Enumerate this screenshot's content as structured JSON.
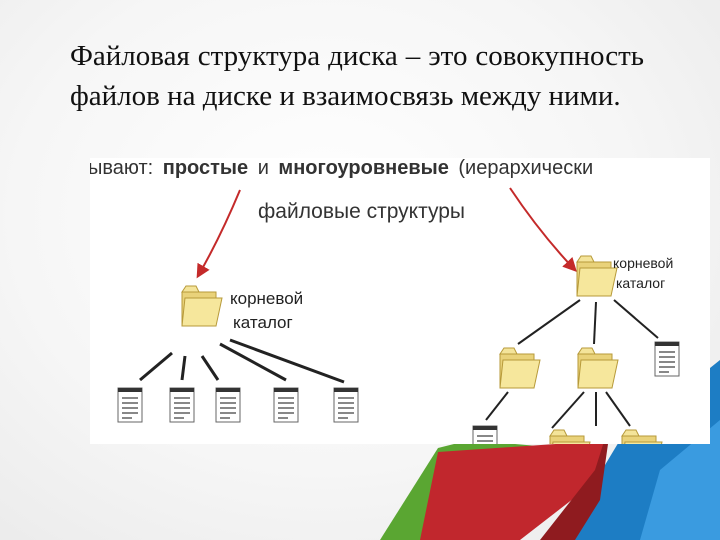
{
  "slide": {
    "text": "Файловая структура диска – это совокупность файлов на диске и взаимосвязь между ними."
  },
  "diagram": {
    "top_line_start": "ывают:",
    "top_line_word1": "простые",
    "top_line_and": "и",
    "top_line_word2": "многоуровневые",
    "top_line_end": "(иерархически",
    "subtitle": "файловые структуры",
    "simple_root_line1": "корневой",
    "simple_root_line2": "каталог",
    "tree_root_line1": "корневой",
    "tree_root_line2": "каталог"
  },
  "colors": {
    "arrow": "#c42a2a",
    "folder": "#f2e08a",
    "deco_red": "#c1272d",
    "deco_blue": "#1d7dc4",
    "deco_green": "#5aa632"
  },
  "icons": [
    "folder-icon",
    "file-icon",
    "red-arrow-icon"
  ]
}
